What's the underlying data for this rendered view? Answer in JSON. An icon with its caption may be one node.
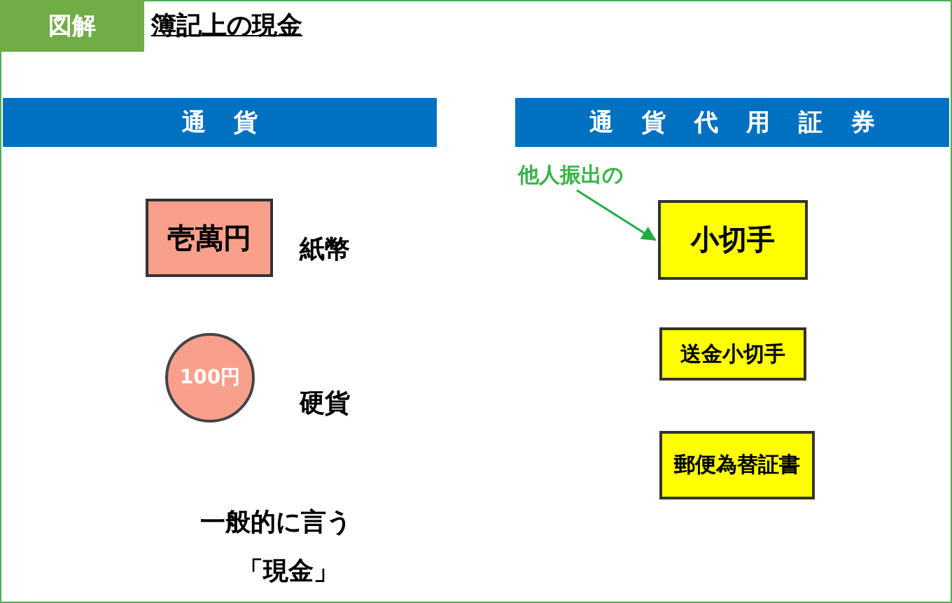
{
  "diagram": {
    "title": "簿記上の現金",
    "nodes": [
      {
        "text": [
          "図解"
        ]
      },
      {
        "text": [
          "通貨"
        ]
      },
      {
        "text": [
          "通貨代用証券"
        ]
      },
      {
        "text": [
          "壱萬円"
        ],
        "beside": [
          "紙幣"
        ]
      },
      {
        "text": [
          "100円"
        ],
        "beside": [
          "硬貨"
        ]
      },
      {
        "text": [
          "他人振出の"
        ]
      },
      {
        "text": [
          "小切手"
        ]
      },
      {
        "text": [
          "送金小切手"
        ]
      },
      {
        "text": [
          "郵便為替証書"
        ]
      }
    ],
    "edges": [
      {
        "from": 5,
        "to": 6,
        "arrow": "to",
        "color": "#22aa44"
      }
    ],
    "labels": [
      "一般的に言う",
      "「現金」"
    ]
  }
}
